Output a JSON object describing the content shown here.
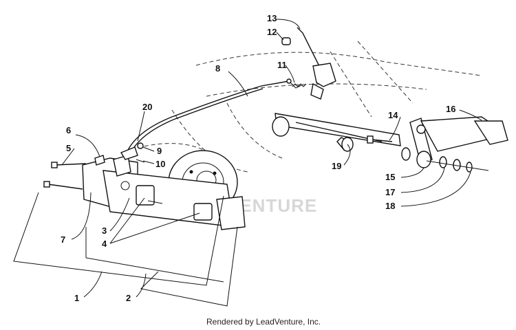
{
  "diagram": {
    "callouts": [
      {
        "id": "c1",
        "text": "1"
      },
      {
        "id": "c2",
        "text": "2"
      },
      {
        "id": "c3",
        "text": "3"
      },
      {
        "id": "c4",
        "text": "4"
      },
      {
        "id": "c5",
        "text": "5"
      },
      {
        "id": "c6",
        "text": "6"
      },
      {
        "id": "c7",
        "text": "7"
      },
      {
        "id": "c8",
        "text": "8"
      },
      {
        "id": "c9",
        "text": "9"
      },
      {
        "id": "c10",
        "text": "10"
      },
      {
        "id": "c11",
        "text": "11"
      },
      {
        "id": "c12",
        "text": "12"
      },
      {
        "id": "c13",
        "text": "13"
      },
      {
        "id": "c14",
        "text": "14"
      },
      {
        "id": "c15",
        "text": "15"
      },
      {
        "id": "c16",
        "text": "16"
      },
      {
        "id": "c17",
        "text": "17"
      },
      {
        "id": "c18",
        "text": "18"
      },
      {
        "id": "c19",
        "text": "19"
      },
      {
        "id": "c20",
        "text": "20"
      }
    ],
    "watermark": "VENTURE",
    "footer": "Rendered by LeadVenture, Inc."
  }
}
